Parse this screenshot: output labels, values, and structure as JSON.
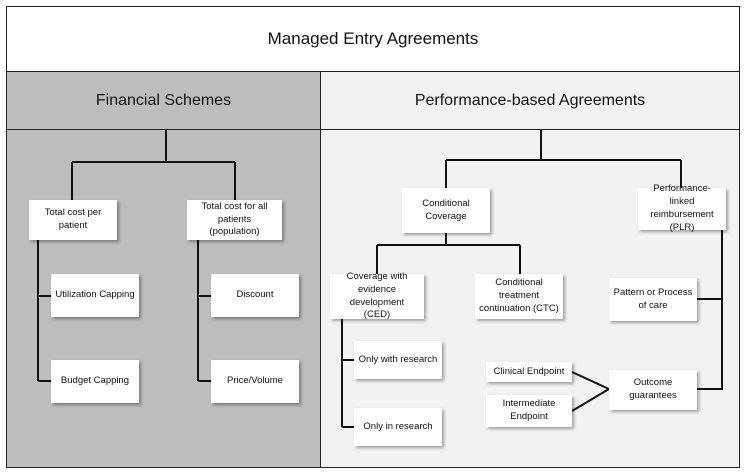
{
  "title": "Managed Entry Agreements",
  "sections": {
    "financial": "Financial Schemes",
    "performance": "Performance-based Agreements"
  },
  "nodes": {
    "total_cost_per_patient": "Total cost per\npatient",
    "total_cost_population": "Total cost for all\npatients\n(population)",
    "utilization_capping": "Utilization Capping",
    "budget_capping": "Budget Capping",
    "discount": "Discount",
    "price_volume": "Price/Volume",
    "conditional_coverage": "Conditional\nCoverage",
    "plr": "Performance-linked\nreimbursement\n(PLR)",
    "ced": "Coverage with\nevidence development\n(CED)",
    "ctc": "Conditional\ntreatment\ncontinuation (CTC)",
    "only_with_research": "Only with research",
    "only_in_research": "Only in research",
    "pattern_process": "Pattern or Process\nof care",
    "clinical_endpoint": "Clinical Endpoint",
    "intermediate_endpoint": "Intermediate\nEndpoint",
    "outcome_guarantees": "Outcome\nguarantees"
  },
  "colors": {
    "financial_bg": "#bdbdbd",
    "performance_bg": "#f2f2f2",
    "line": "#111111"
  }
}
